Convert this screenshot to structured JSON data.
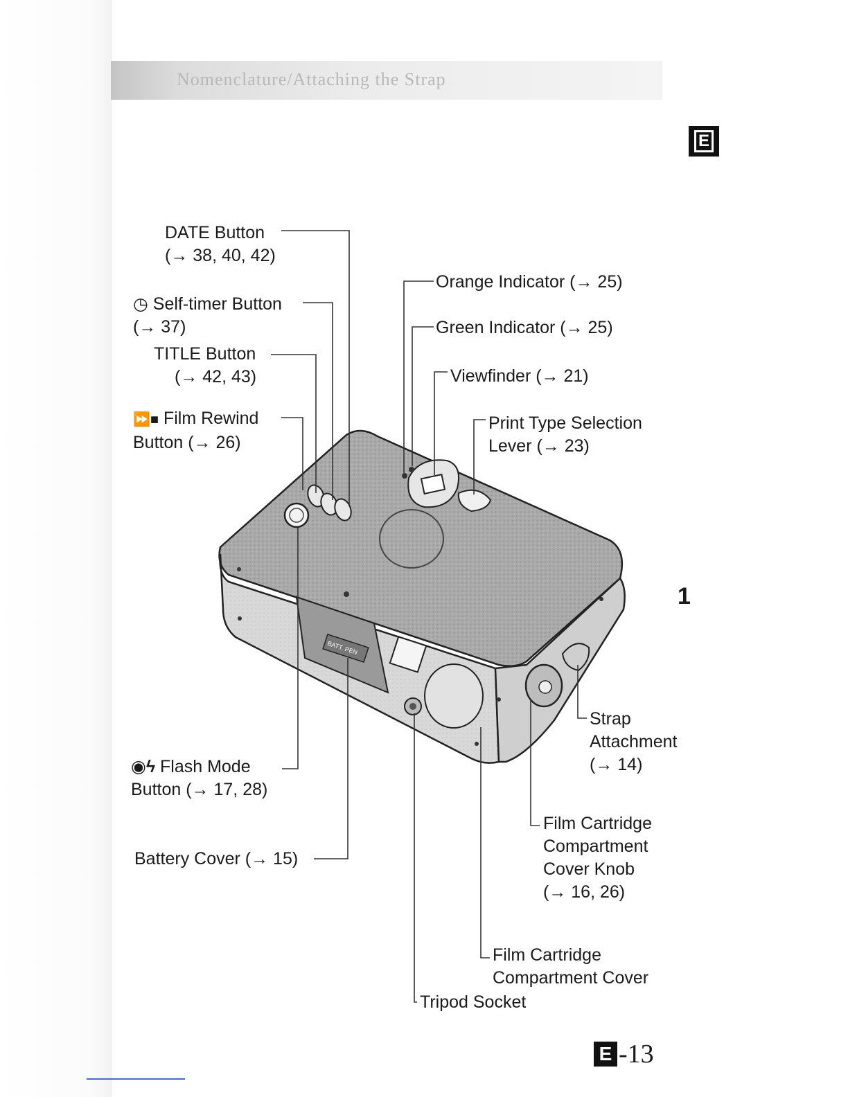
{
  "header": {
    "text": "Nomenclature/Attaching the Strap"
  },
  "lang_badge": "E",
  "chapter_number": "1",
  "page_number": {
    "badge": "E",
    "number": "-13"
  },
  "camera_markings": {
    "battery_label": "BATT. PEN"
  },
  "labels": {
    "date_button": [
      "DATE Button",
      "(→ 38, 40, 42)"
    ],
    "self_timer_button": [
      "Self-timer Button",
      "(→ 37)"
    ],
    "title_button": [
      "TITLE Button",
      "(→ 42, 43)"
    ],
    "film_rewind_button": [
      "Film Rewind",
      "Button (→ 26)"
    ],
    "flash_mode_button": [
      "Flash Mode",
      "Button (→ 17, 28)"
    ],
    "battery_cover": [
      "Battery Cover (→ 15)"
    ],
    "orange_indicator": [
      "Orange Indicator (→ 25)"
    ],
    "green_indicator": [
      "Green Indicator (→ 25)"
    ],
    "viewfinder": [
      "Viewfinder (→ 21)"
    ],
    "print_type_lever": [
      "Print Type Selection",
      "Lever (→ 23)"
    ],
    "strap_attachment": [
      "Strap",
      "Attachment",
      "(→ 14)"
    ],
    "cover_knob": [
      "Film Cartridge",
      "Compartment",
      "Cover Knob",
      "(→ 16, 26)"
    ],
    "compartment_cover": [
      "Film Cartridge",
      "Compartment Cover"
    ],
    "tripod_socket": [
      "Tripod Socket"
    ]
  }
}
